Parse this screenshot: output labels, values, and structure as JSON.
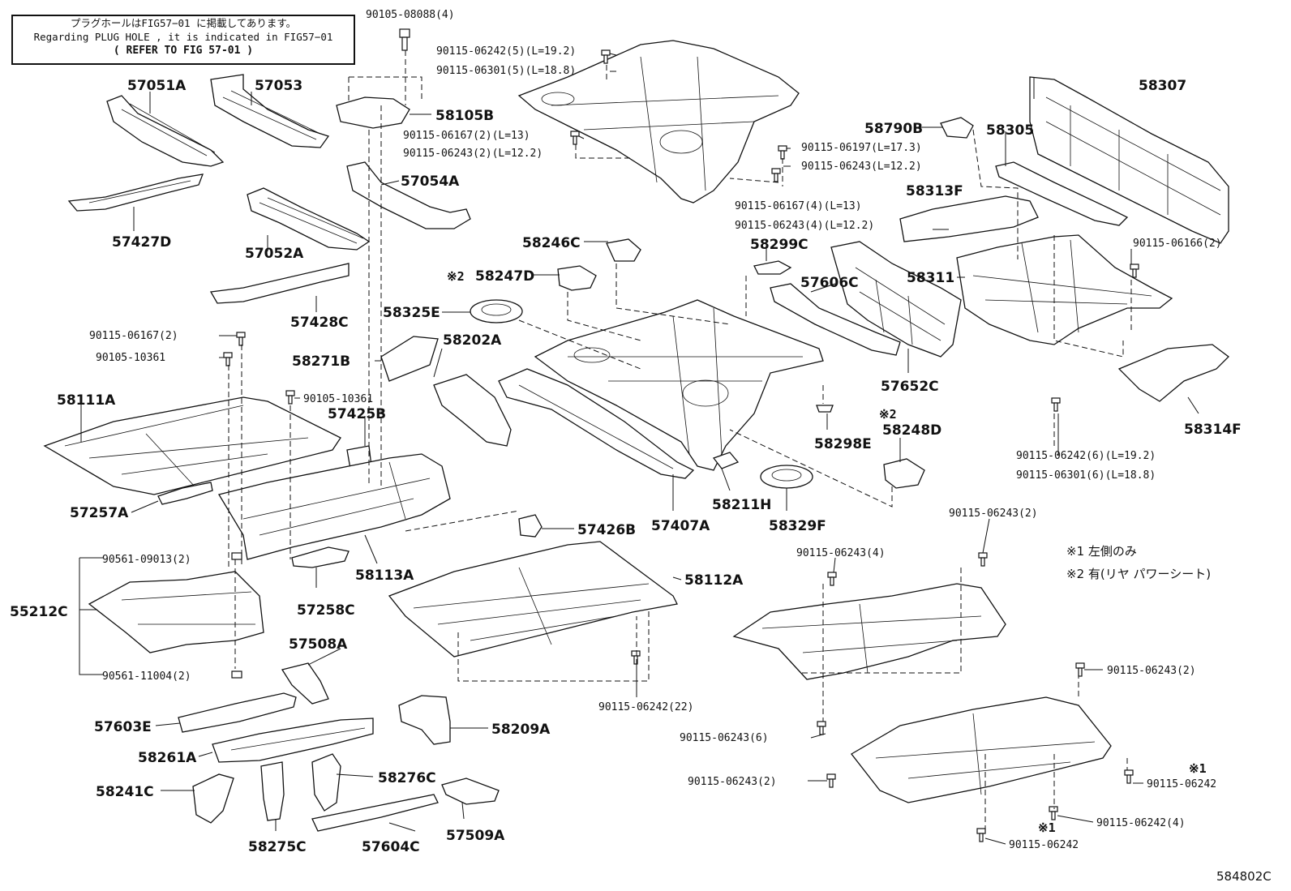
{
  "note": {
    "line_jp": "プラグホールはFIG57−01 に掲載してあります。",
    "line_en": "Regarding PLUG HOLE , it is indicated in FIG57−01",
    "refer": "( REFER TO FIG 57-01 )"
  },
  "legend": {
    "note1": "※1 左側のみ",
    "note2": "※2 有(リヤ パワーシート)"
  },
  "figure_code": "584802C",
  "parts": {
    "p57051A": "57051A",
    "p57053": "57053",
    "p57427D": "57427D",
    "p57052A": "57052A",
    "p57428C": "57428C",
    "p57054A": "57054A",
    "p58105B": "58105B",
    "p58111A": "58111A",
    "p57425B": "57425B",
    "p58271B": "58271B",
    "p58202A": "58202A",
    "p58325E": "58325E",
    "p58247D": "58247D",
    "p58246C": "58246C",
    "p58299C": "58299C",
    "p57606C": "57606C",
    "p58311": "58311",
    "p57652C": "57652C",
    "p58298E": "58298E",
    "p58248D": "58248D",
    "p58211H": "58211H",
    "p58329F": "58329F",
    "p57407A": "57407A",
    "p57426B": "57426B",
    "p57257A": "57257A",
    "p58113A": "58113A",
    "p57258C": "57258C",
    "p55212C": "55212C",
    "p57508A": "57508A",
    "p58112A": "58112A",
    "p57603E": "57603E",
    "p58209A": "58209A",
    "p58261A": "58261A",
    "p58241C": "58241C",
    "p58276C": "58276C",
    "p58275C": "58275C",
    "p57604C": "57604C",
    "p57509A": "57509A",
    "p58307": "58307",
    "p58305": "58305",
    "p58790B": "58790B",
    "p58313F": "58313F",
    "p58314F": "58314F"
  },
  "fasteners": {
    "f01": "90105-08088(4)",
    "f02": "90115-06242(5)(L=19.2)",
    "f03": "90115-06301(5)(L=18.8)",
    "f04": "90115-06167(2)(L=13)",
    "f05": "90115-06243(2)(L=12.2)",
    "f06": "90115-06197(L=17.3)",
    "f07": "90115-06243(L=12.2)",
    "f08": "90115-06167(4)(L=13)",
    "f09": "90115-06243(4)(L=12.2)",
    "f10": "90115-06166(2)",
    "f11": "90115-06167(2)",
    "f12": "90105-10361",
    "f13": "90105-10361",
    "f14": "90115-06242(6)(L=19.2)",
    "f15": "90115-06301(6)(L=18.8)",
    "f16": "90115-06243(2)",
    "f17": "90115-06243(4)",
    "f18": "90561-09013(2)",
    "f19": "90561-11004(2)",
    "f20": "90115-06242(22)",
    "f21": "90115-06243(2)",
    "f22": "90115-06243(6)",
    "f23": "90115-06243(2)",
    "f24": "90115-06242",
    "f25": "90115-06242(4)",
    "f26": "90115-06242"
  },
  "marks": {
    "m2a": "※2",
    "m2b": "※2",
    "m1a": "※1",
    "m1b": "※1"
  }
}
